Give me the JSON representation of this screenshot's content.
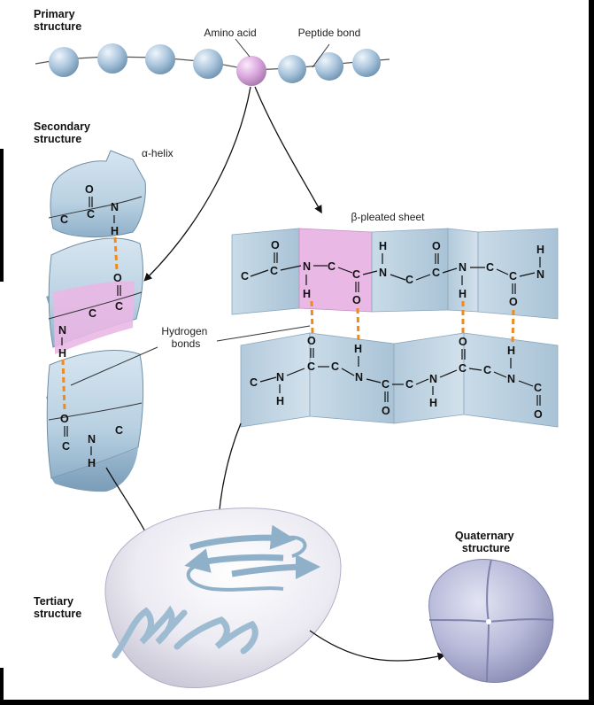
{
  "titles": {
    "primary": [
      "Primary",
      "structure"
    ],
    "secondary": [
      "Secondary",
      "structure"
    ],
    "tertiary": [
      "Tertiary",
      "structure"
    ],
    "quaternary": [
      "Quaternary",
      "structure"
    ]
  },
  "labels": {
    "amino_acid": "Amino acid",
    "peptide_bond": "Peptide bond",
    "alpha_helix": "α-helix",
    "beta_sheet": "β-pleated sheet",
    "hydrogen_bonds": [
      "Hydrogen",
      "bonds"
    ]
  },
  "atoms": {
    "C": "C",
    "N": "N",
    "O": "O",
    "H": "H"
  },
  "colors": {
    "bead": "#a9c4dc",
    "bead_highlight": "#d9a6dd",
    "ribbon": "#b9d1e2",
    "ribbon_dark": "#8fb0c9",
    "pink_band": "#e9b8e4",
    "sheet": "#bfd3e2",
    "hbond": "#f08a1e",
    "protein_blob": "#e6e2ee",
    "quaternary": "#b6b8d8"
  },
  "icons": {
    "arrow": "arrow-icon"
  }
}
